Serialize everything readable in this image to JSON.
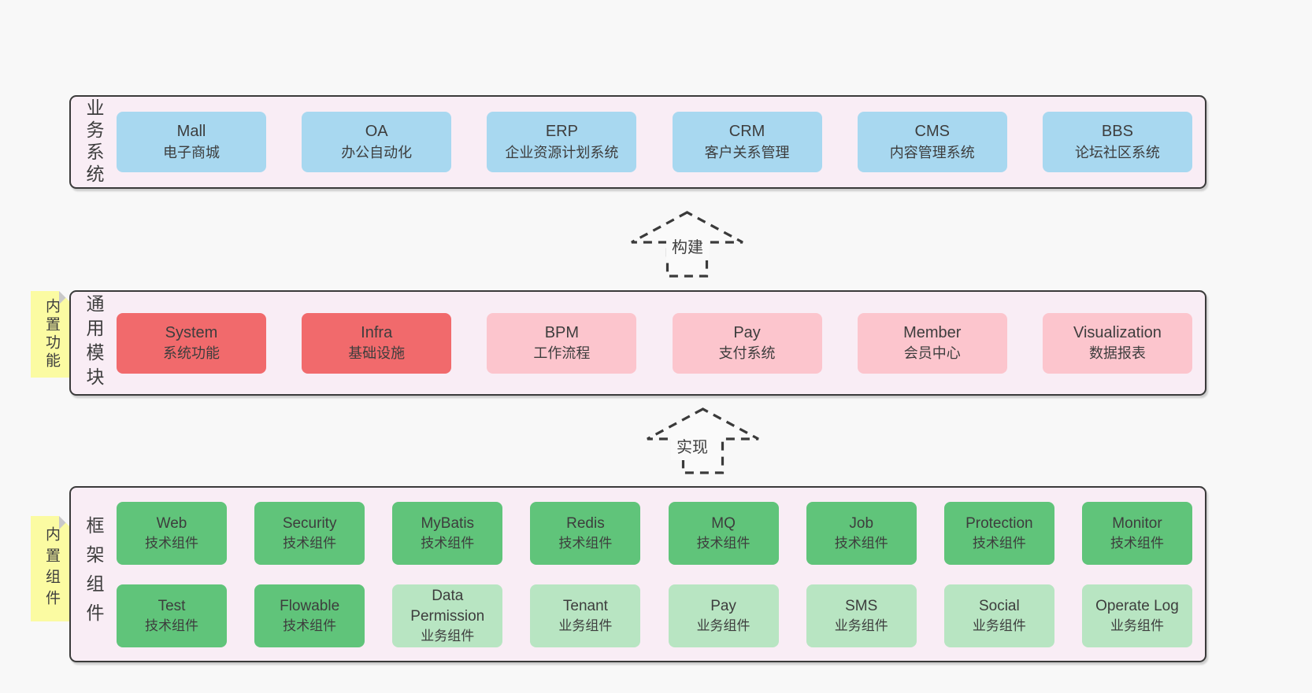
{
  "colors": {
    "page_bg": "#f8f8f8",
    "container_bg": "#f9edf5",
    "container_border": "#3a3a3a",
    "blue_box": "#a8d8f0",
    "red_box": "#f16a6c",
    "pink_box": "#fcc5cd",
    "green_dark_box": "#60c47a",
    "green_light_box": "#b8e5c2",
    "note_yellow": "#fbfba2",
    "text": "#3d3d3d"
  },
  "layers": {
    "business": {
      "label": "业务系统",
      "items": [
        {
          "name": "Mall",
          "desc": "电子商城"
        },
        {
          "name": "OA",
          "desc": "办公自动化"
        },
        {
          "name": "ERP",
          "desc": "企业资源计划系统"
        },
        {
          "name": "CRM",
          "desc": "客户关系管理"
        },
        {
          "name": "CMS",
          "desc": "内容管理系统"
        },
        {
          "name": "BBS",
          "desc": "论坛社区系统"
        }
      ]
    },
    "modules": {
      "label": "通用模块",
      "note": "内置功能",
      "items": [
        {
          "name": "System",
          "desc": "系统功能"
        },
        {
          "name": "Infra",
          "desc": "基础设施"
        },
        {
          "name": "BPM",
          "desc": "工作流程"
        },
        {
          "name": "Pay",
          "desc": "支付系统"
        },
        {
          "name": "Member",
          "desc": "会员中心"
        },
        {
          "name": "Visualization",
          "desc": "数据报表"
        }
      ]
    },
    "components": {
      "label": "框架组件",
      "note": "内置组件",
      "row1": [
        {
          "name": "Web",
          "desc": "技术组件"
        },
        {
          "name": "Security",
          "desc": "技术组件"
        },
        {
          "name": "MyBatis",
          "desc": "技术组件"
        },
        {
          "name": "Redis",
          "desc": "技术组件"
        },
        {
          "name": "MQ",
          "desc": "技术组件"
        },
        {
          "name": "Job",
          "desc": "技术组件"
        },
        {
          "name": "Protection",
          "desc": "技术组件"
        },
        {
          "name": "Monitor",
          "desc": "技术组件"
        }
      ],
      "row2": [
        {
          "name": "Test",
          "desc": "技术组件"
        },
        {
          "name": "Flowable",
          "desc": "技术组件"
        },
        {
          "name": "Data Permission",
          "desc": "业务组件"
        },
        {
          "name": "Tenant",
          "desc": "业务组件"
        },
        {
          "name": "Pay",
          "desc": "业务组件"
        },
        {
          "name": "SMS",
          "desc": "业务组件"
        },
        {
          "name": "Social",
          "desc": "业务组件"
        },
        {
          "name": "Operate Log",
          "desc": "业务组件"
        }
      ]
    }
  },
  "arrows": {
    "build": {
      "label": "构建"
    },
    "implement": {
      "label": "实现"
    }
  }
}
